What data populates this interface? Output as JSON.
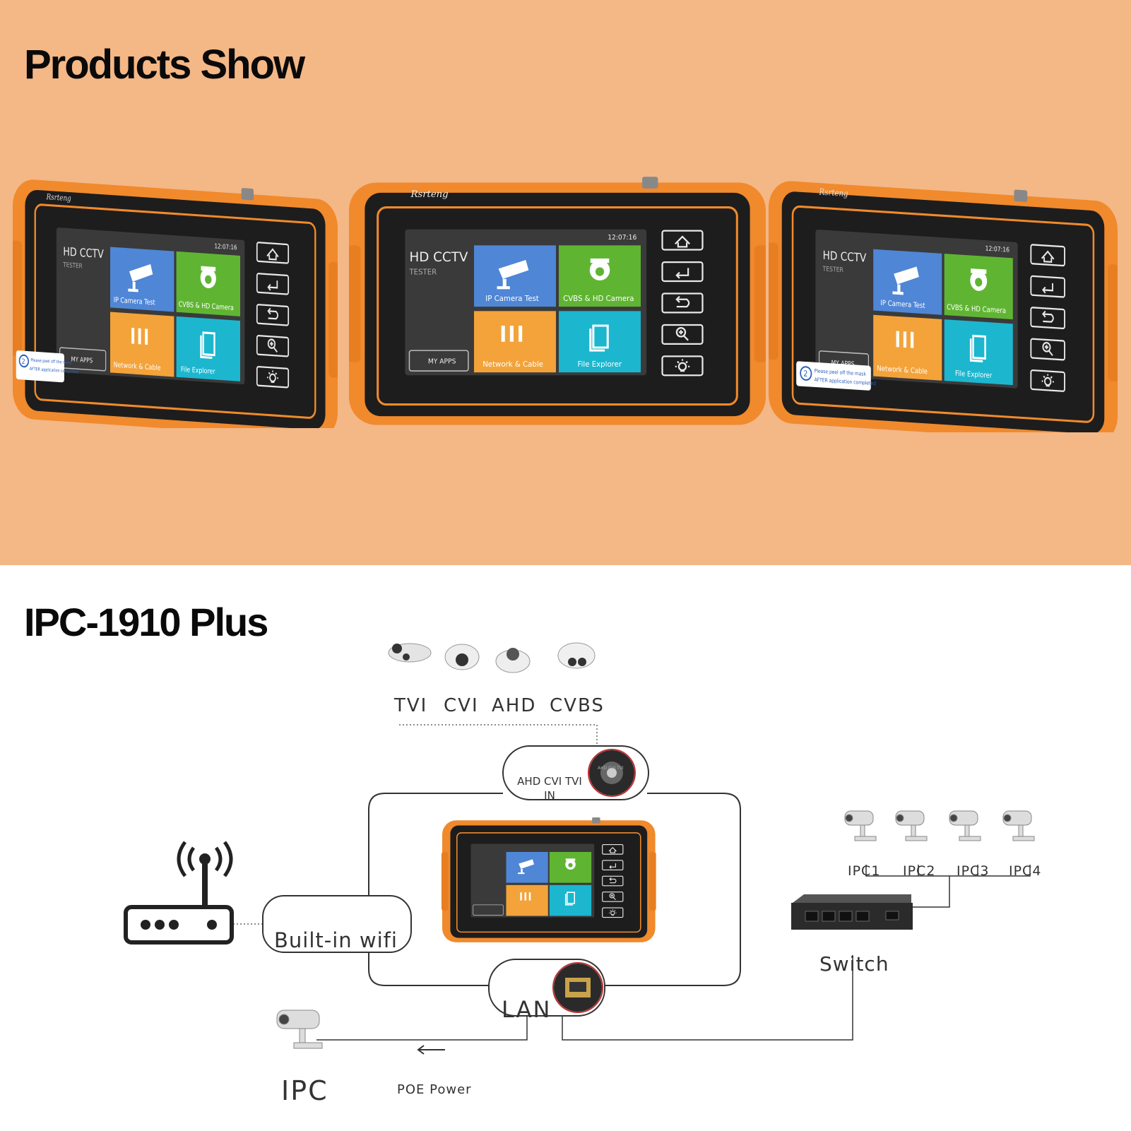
{
  "section1": {
    "title": "Products Show"
  },
  "section2": {
    "title": "IPC-1910 Plus"
  },
  "device": {
    "brand": "Rsrteng",
    "screen_title": "HD CCTV",
    "screen_subtitle": "TESTER",
    "time": "12:07:16",
    "my_apps": "MY APPS",
    "tiles": [
      {
        "label": "IP Camera Test",
        "color": "#4f86d6"
      },
      {
        "label": "CVBS & HD Camera",
        "color": "#5fb532"
      },
      {
        "label": "Network & Cable",
        "color": "#f3a33a"
      },
      {
        "label": "File Explorer",
        "color": "#1cb6cf"
      }
    ],
    "buttons": [
      "home-icon",
      "enter-icon",
      "back-icon",
      "zoom-icon",
      "brightness-icon"
    ],
    "sticker_line1": "Please peel off the mask",
    "sticker_line2": "AFTER application completed",
    "sticker_number": "2"
  },
  "diagram": {
    "analog_types": [
      "TVI",
      "CVI",
      "AHD",
      "CVBS"
    ],
    "port_analog_line1": "AHD CVI TVI",
    "port_analog_line2": "IN",
    "port_analog_caption": "AHD CVI TVI",
    "wifi": "Built-in wifi",
    "lan": "LAN",
    "ipc_labels": [
      "IPC1",
      "IPC2",
      "IPC3",
      "IPC4"
    ],
    "switch": "Switch",
    "ipc": "IPC",
    "poe": "POE Power"
  },
  "colors": {
    "orange_bg": "#f4b786",
    "bumper": "#f08a2c"
  }
}
